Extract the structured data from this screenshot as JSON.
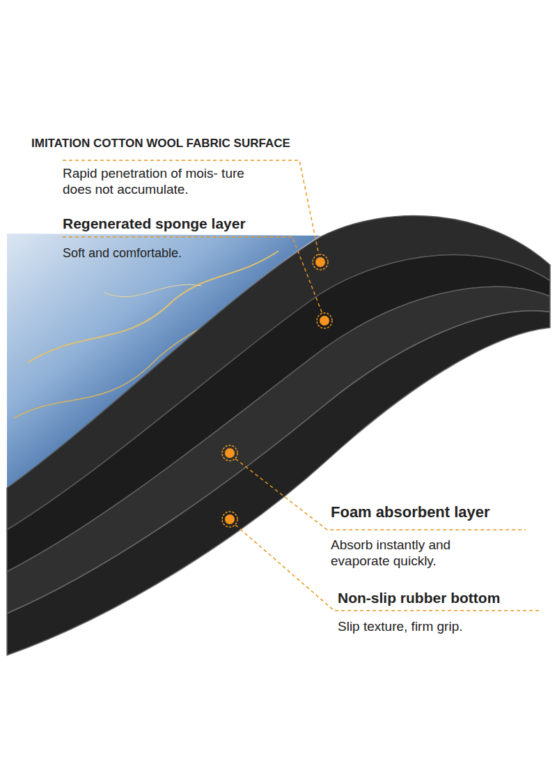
{
  "diagram": {
    "labels": [
      "IMITATION COTTON WOOL FABRIC SURFACE",
      "Rapid penetration of mois- ture does not accumulate.",
      "Regenerated sponge layer",
      "Soft and comfortable.",
      "Foam absorbent layer",
      "Absorb instantly and evaporate quickly.",
      "Non-slip rubber bottom",
      "Slip texture, firm grip."
    ]
  }
}
